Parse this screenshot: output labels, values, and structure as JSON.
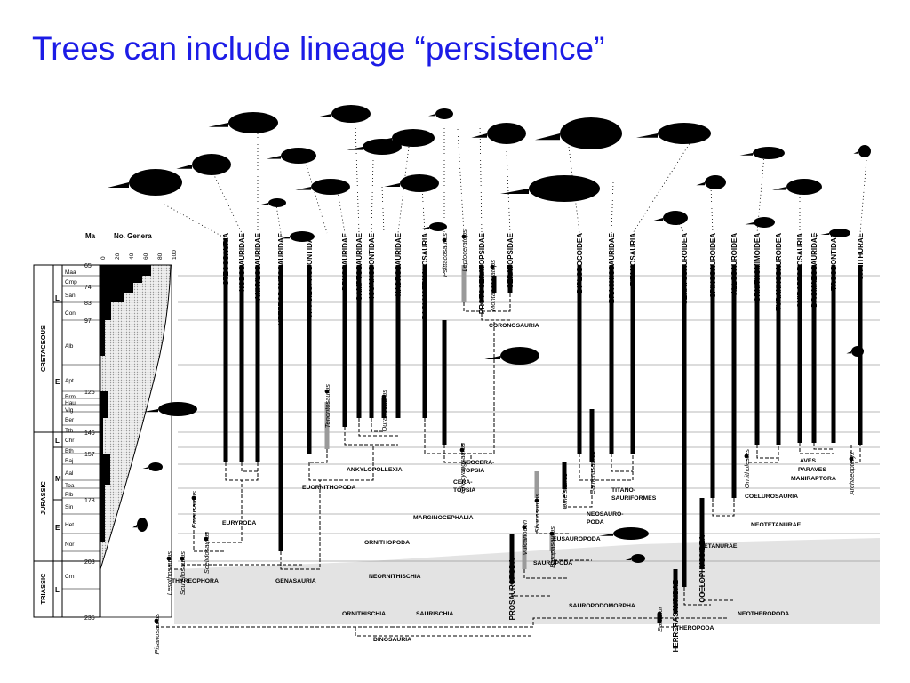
{
  "slide": {
    "title": "Trees can include lineage “persistence”"
  },
  "colors": {
    "title": "#1c1ce6",
    "line": "#000000",
    "ghost": "#d9d9d9",
    "range_gray": "#9a9a9a"
  },
  "figure": {
    "ma_label": "Ma",
    "genera_label": "No. Genera",
    "genera_ticks": [
      "0",
      "20",
      "40",
      "60",
      "80",
      "100"
    ],
    "ma_ticks": [
      "65",
      "74",
      "83",
      "97",
      "125",
      "145",
      "157",
      "178",
      "208",
      "235"
    ],
    "periods": [
      "CRETACEOUS",
      "JURASSIC",
      "TRIASSIC"
    ],
    "epochs": [
      "L",
      "E",
      "L",
      "M",
      "E",
      "L"
    ],
    "stages": [
      "Maa",
      "Cmp",
      "San",
      "Con",
      "Alb",
      "Apt",
      "Brm",
      "Hau",
      "Vlg",
      "Ber",
      "Tth",
      "Chr",
      "Bth",
      "Baj",
      "Aal",
      "Toa",
      "Plb",
      "Sin",
      "Het",
      "Nor",
      "Crn"
    ],
    "taxa": [
      {
        "name": "STEGOSAURIA",
        "style": "bold"
      },
      {
        "name": "NODOSAURIDAE",
        "style": "bold"
      },
      {
        "name": "ANKYLOSAURIDAE",
        "style": "bold"
      },
      {
        "name": "HETERODONTOSAURIDAE",
        "style": "bold"
      },
      {
        "name": "HYPSILOPHODONTIDAE",
        "style": "bold"
      },
      {
        "name": "Tenontosaurus",
        "style": "italic"
      },
      {
        "name": "DRYOSAURIDAE",
        "style": "bold"
      },
      {
        "name": "CAMPTOSAURIDAE",
        "style": "bold"
      },
      {
        "name": "IGUANODONTIDAE",
        "style": "bold"
      },
      {
        "name": "Ouranosaurus",
        "style": "italic"
      },
      {
        "name": "HADROSAURIDAE",
        "style": "bold"
      },
      {
        "name": "PACHYCEPHALOSAURIA",
        "style": "bold"
      },
      {
        "name": "Psittacosaurus",
        "style": "italic"
      },
      {
        "name": "Leptoceratops",
        "style": "italic"
      },
      {
        "name": "PROTOCERATOPSIDAE",
        "style": "bold"
      },
      {
        "name": "Montanoceratops",
        "style": "italic"
      },
      {
        "name": "CERATOPSIDAE",
        "style": "bold"
      },
      {
        "name": "Chaoyangsaurus",
        "style": "italic"
      },
      {
        "name": "Pisanosaurus",
        "style": "italic"
      },
      {
        "name": "Lesothosaurus",
        "style": "italic"
      },
      {
        "name": "Scutellosaurus",
        "style": "italic"
      },
      {
        "name": "Emausaurus",
        "style": "italic"
      },
      {
        "name": "Scelidosaurus",
        "style": "italic"
      },
      {
        "name": "PROSAUROPODA",
        "style": "bold"
      },
      {
        "name": "Vulcanodon",
        "style": "italic"
      },
      {
        "name": "Shunosaurus",
        "style": "italic"
      },
      {
        "name": "Barapasaurus",
        "style": "italic"
      },
      {
        "name": "Omeisaurus",
        "style": "italic"
      },
      {
        "name": "DIPLODOCOIDEA",
        "style": "bold"
      },
      {
        "name": "Camarasaurus",
        "style": "italic"
      },
      {
        "name": "BRACHIOSAURIDAE",
        "style": "bold"
      },
      {
        "name": "TITANOSAURIA",
        "style": "bold"
      },
      {
        "name": "Eoraptor",
        "style": "italic"
      },
      {
        "name": "HERRERASAURIDAE",
        "style": "bold"
      },
      {
        "name": "CERATOSAUROIDEA",
        "style": "bold"
      },
      {
        "name": "COELOPHYSOIDEA",
        "style": "bold"
      },
      {
        "name": "SPINOSAUROIDEA",
        "style": "bold"
      },
      {
        "name": "ALLOSAUROIDEA",
        "style": "bold"
      },
      {
        "name": "Ornitholestes",
        "style": "italic"
      },
      {
        "name": "ORNITHOMIMOIDEA",
        "style": "bold"
      },
      {
        "name": "TYRANNOSAUROIDEA",
        "style": "bold"
      },
      {
        "name": "OVIRAPTOROSAURIA",
        "style": "bold"
      },
      {
        "name": "DROMAEOSAURIDAE",
        "style": "bold"
      },
      {
        "name": "TROODONTIDAE",
        "style": "bold"
      },
      {
        "name": "Archaeopteryx",
        "style": "italic"
      },
      {
        "name": "ORNITHURAE",
        "style": "bold"
      }
    ],
    "clades": [
      "CORONOSAURIA",
      "NEOCERA-",
      "TOPSIA",
      "CERA-",
      "TOPSIA",
      "ANKYLOPOLLEXIA",
      "EURYPODA",
      "EUORNITHOPODA",
      "MARGINOCEPHALIA",
      "ORNITHOPODA",
      "THYREOPHORA",
      "GENASAURIA",
      "NEORNITHISCHIA",
      "ORNITHISCHIA",
      "SAURISCHIA",
      "SAUROPODOMORPHA",
      "DINOSAURIA",
      "EUSAUROPODA",
      "SAUROPODA",
      "NEOSAURO-",
      "PODA",
      "TITANO-",
      "SAURIFORMES",
      "AVES",
      "PARAVES",
      "MANIRAPTORA",
      "COELUROSAURIA",
      "NEOTETANURAE",
      "TETANURAE",
      "NEOTHEROPODA",
      "THEROPODA"
    ]
  }
}
